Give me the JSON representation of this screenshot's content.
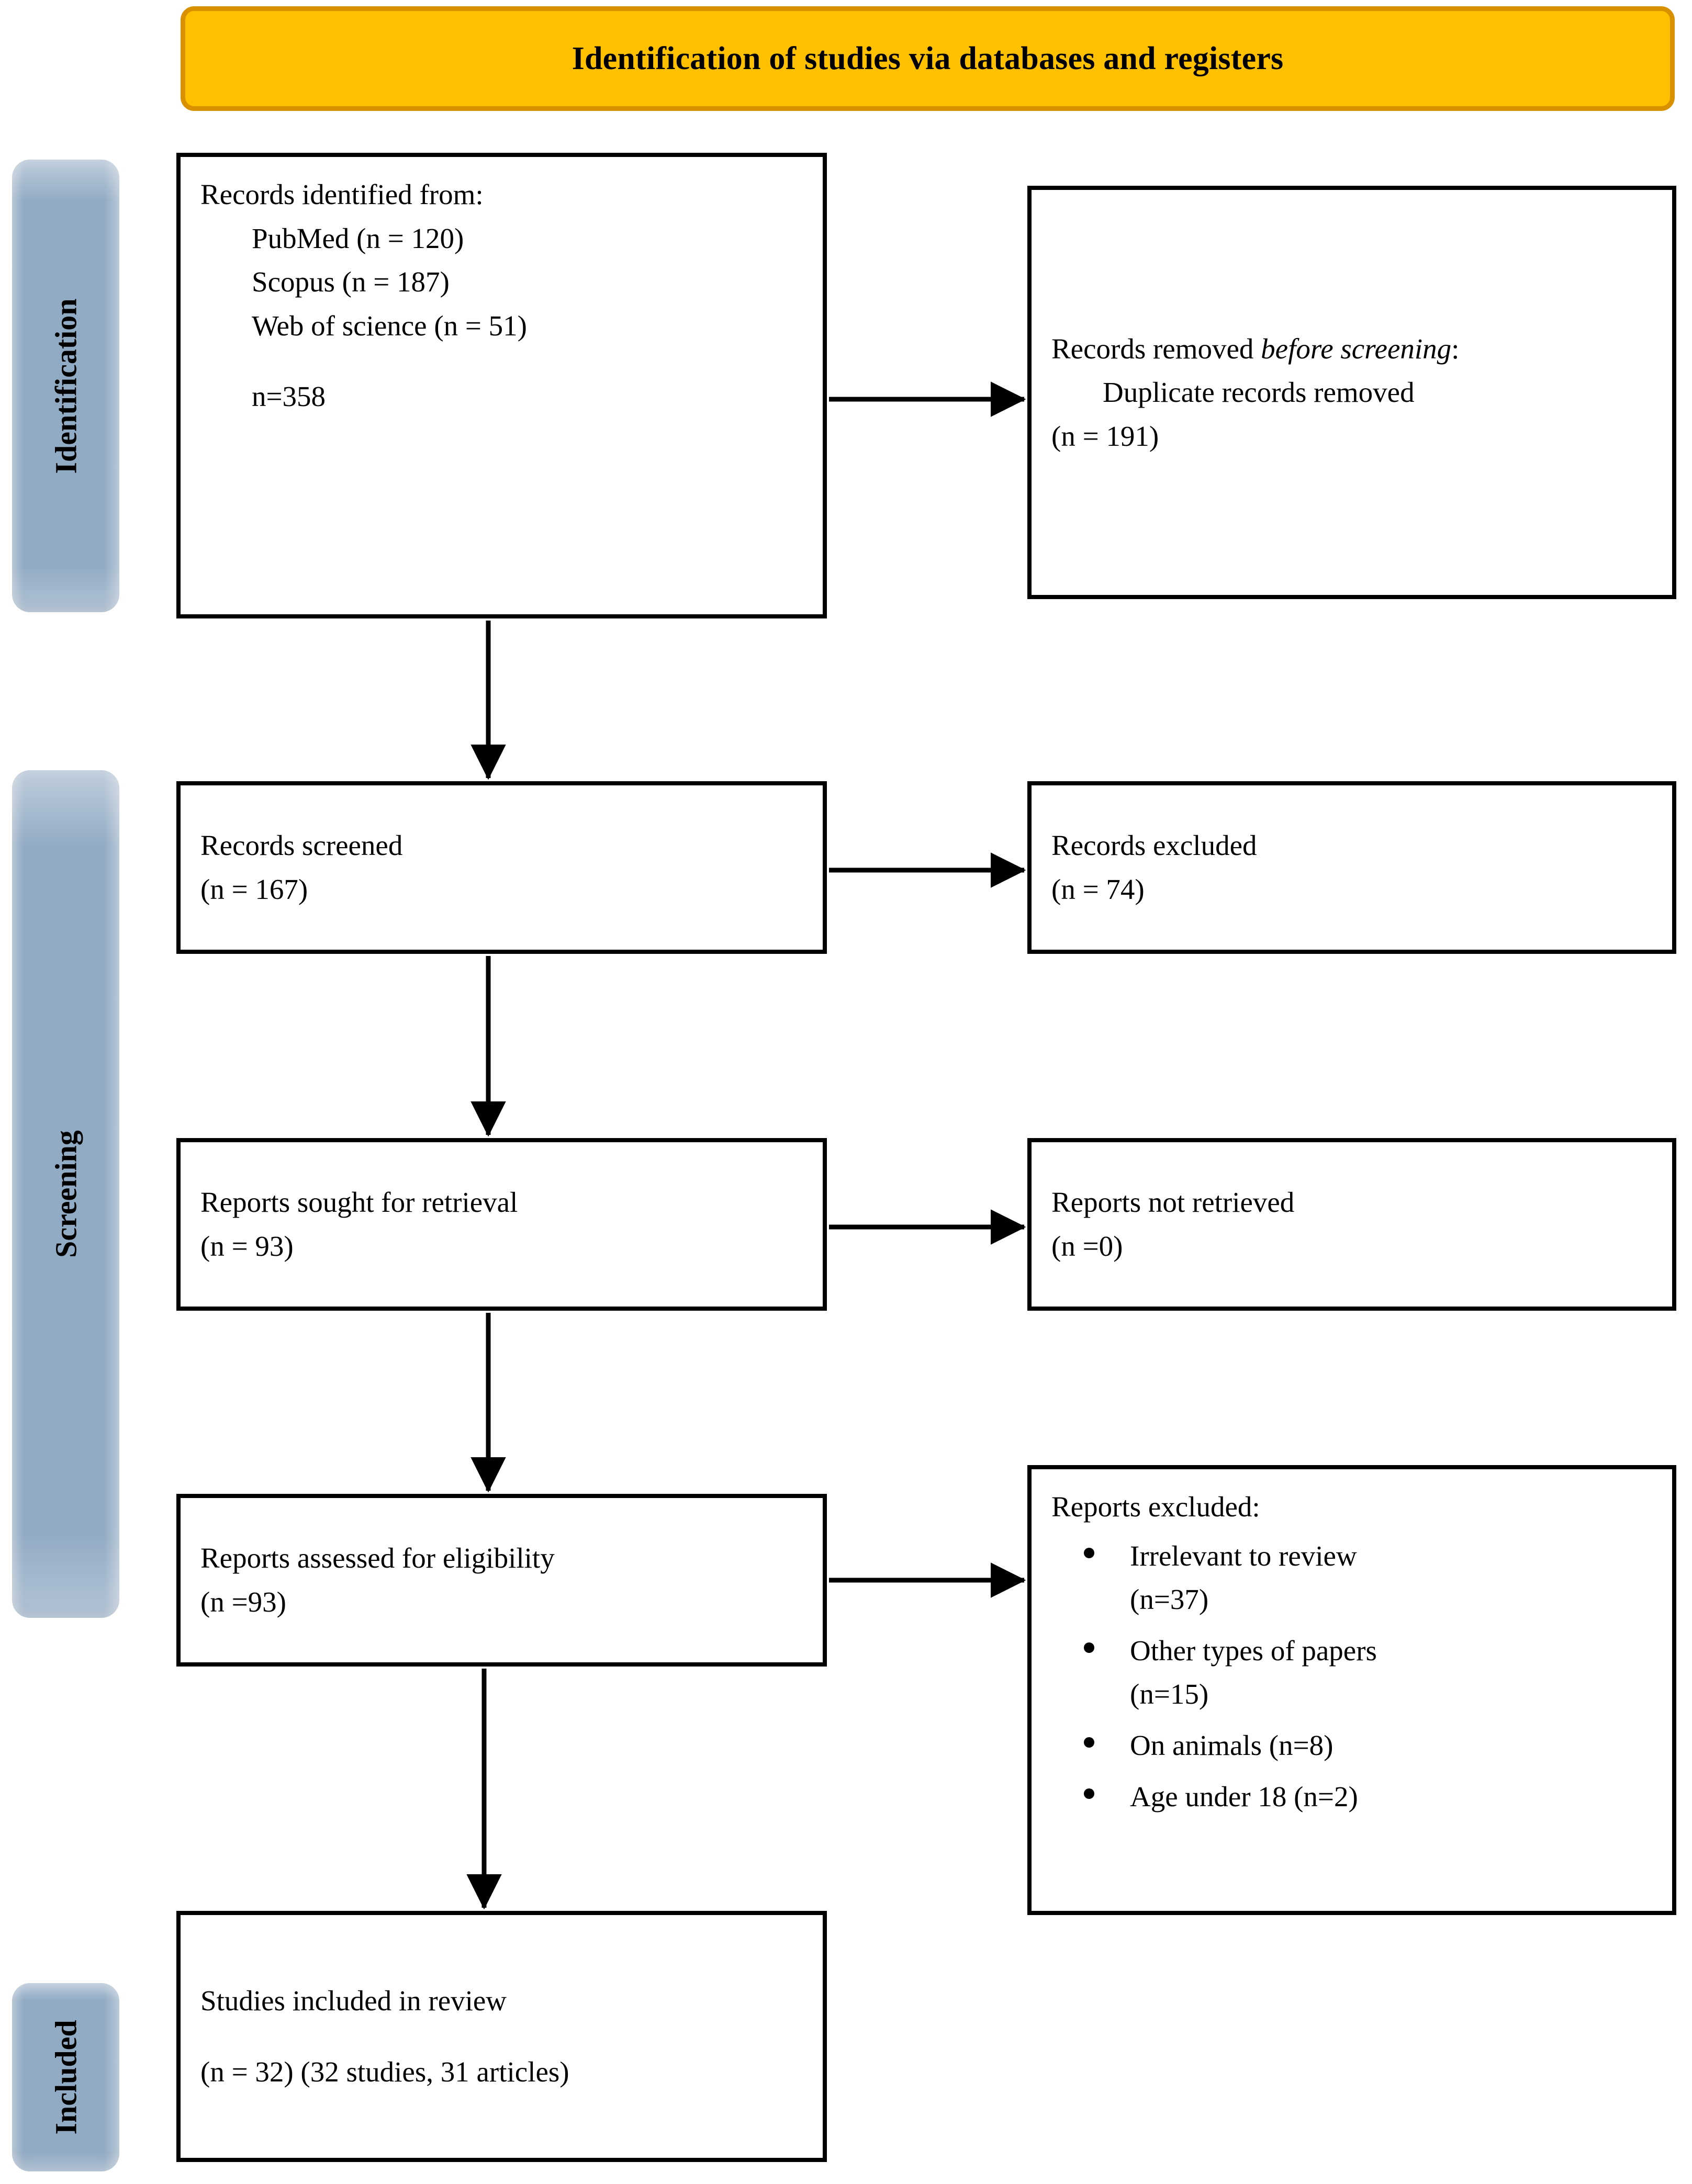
{
  "banner": {
    "title": "Identification of studies via databases and registers"
  },
  "stages": [
    {
      "id": "identification",
      "label": "Identification"
    },
    {
      "id": "screening",
      "label": "Screening"
    },
    {
      "id": "included",
      "label": "Included"
    }
  ],
  "colors": {
    "banner_fill": "#FFC000",
    "banner_border": "#D99100",
    "stage_pill": "#92ABC4",
    "box_border": "#000000",
    "page_background": "#FFFFFF"
  },
  "boxes": {
    "identified": {
      "heading": "Records identified from:",
      "sources": [
        "PubMed (n = 120)",
        "Scopus (n = 187)",
        "Web of science (n = 51)"
      ],
      "total": "n=358"
    },
    "removed": {
      "line1_a": "Records removed ",
      "line1_italic": "before screening",
      "line1_b": ":",
      "line2": "Duplicate records removed",
      "line3": "(n = 191)"
    },
    "screened": {
      "line1": "Records screened",
      "line2": "(n = 167)"
    },
    "excluded_recs": {
      "line1": "Records excluded",
      "line2": "(n = 74)"
    },
    "sought": {
      "line1": "Reports sought for retrieval",
      "line2": "(n = 93)"
    },
    "not_retrieved": {
      "line1": "Reports not retrieved",
      "line2": "(n =0)"
    },
    "assessed": {
      "line1": "Reports assessed for eligibility",
      "line2": "(n =93)"
    },
    "excluded_reps": {
      "heading": "Reports excluded:",
      "items": [
        {
          "text": "Irrelevant to review",
          "count": "(n=37)"
        },
        {
          "text": "Other types of papers",
          "count": "(n=15)"
        },
        {
          "text": "On animals (n=8)",
          "count": ""
        },
        {
          "text": "Age under 18 (n=2)",
          "count": ""
        }
      ]
    },
    "included": {
      "line1": "Studies included in review",
      "line2": "(n = 32) (32 studies, 31 articles)"
    }
  },
  "flow": {
    "arrows": [
      {
        "name": "identified-to-removed",
        "direction": "right"
      },
      {
        "name": "identified-to-screened",
        "direction": "down"
      },
      {
        "name": "screened-to-excluded",
        "direction": "right"
      },
      {
        "name": "screened-to-sought",
        "direction": "down"
      },
      {
        "name": "sought-to-notretrieved",
        "direction": "right"
      },
      {
        "name": "sought-to-assessed",
        "direction": "down"
      },
      {
        "name": "assessed-to-excluded",
        "direction": "right"
      },
      {
        "name": "assessed-to-included",
        "direction": "down"
      }
    ]
  }
}
